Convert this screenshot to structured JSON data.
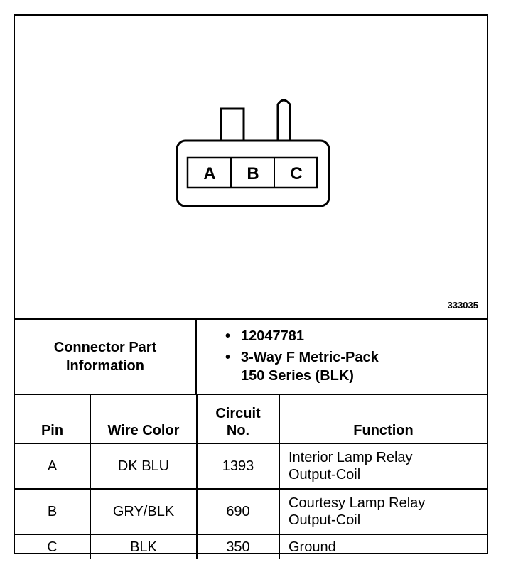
{
  "figure_id": "333035",
  "connector": {
    "pins": [
      "A",
      "B",
      "C"
    ]
  },
  "part_info": {
    "label": "Connector Part\nInformation",
    "items": [
      "12047781",
      "3-Way F Metric-Pack\n150 Series (BLK)"
    ]
  },
  "table": {
    "headers": [
      "Pin",
      "Wire Color",
      "Circuit\nNo.",
      "Function"
    ],
    "rows": [
      {
        "pin": "A",
        "wire": "DK BLU",
        "circuit": "1393",
        "function": "Interior Lamp Relay\nOutput-Coil"
      },
      {
        "pin": "B",
        "wire": "GRY/BLK",
        "circuit": "690",
        "function": "Courtesy Lamp Relay\nOutput-Coil"
      },
      {
        "pin": "C",
        "wire": "BLK",
        "circuit": "350",
        "function": "Ground"
      }
    ]
  }
}
